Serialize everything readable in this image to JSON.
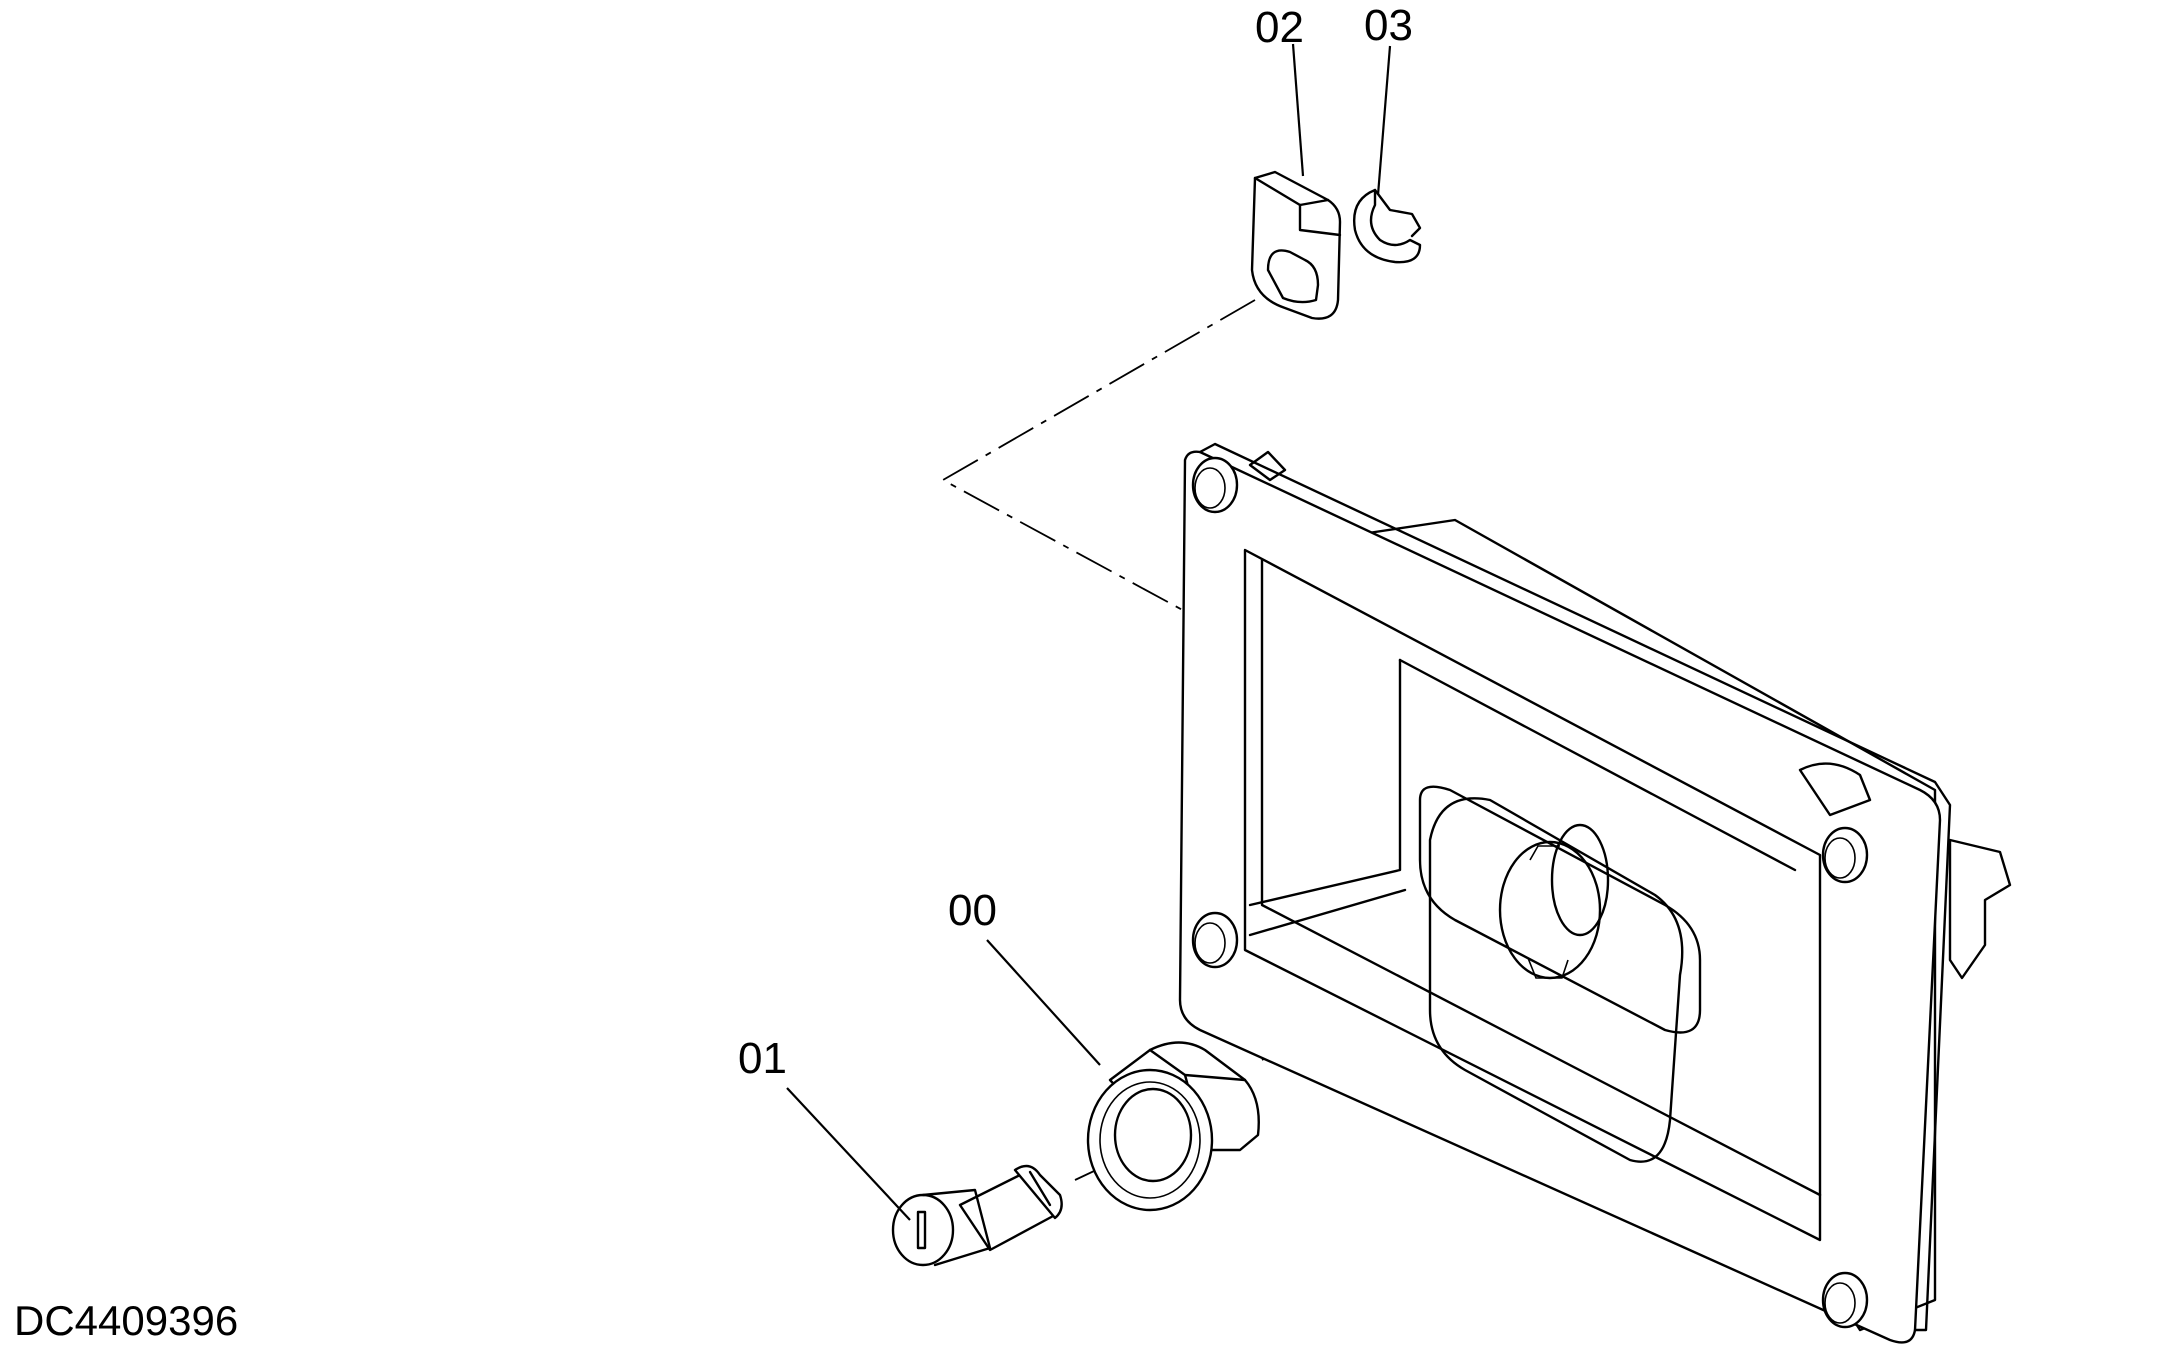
{
  "drawing": {
    "id": "DC4409396",
    "line_color": "#000000",
    "background_color": "#ffffff"
  },
  "callouts": {
    "part_00": "00",
    "part_01": "01",
    "part_02": "02",
    "part_03": "03"
  }
}
